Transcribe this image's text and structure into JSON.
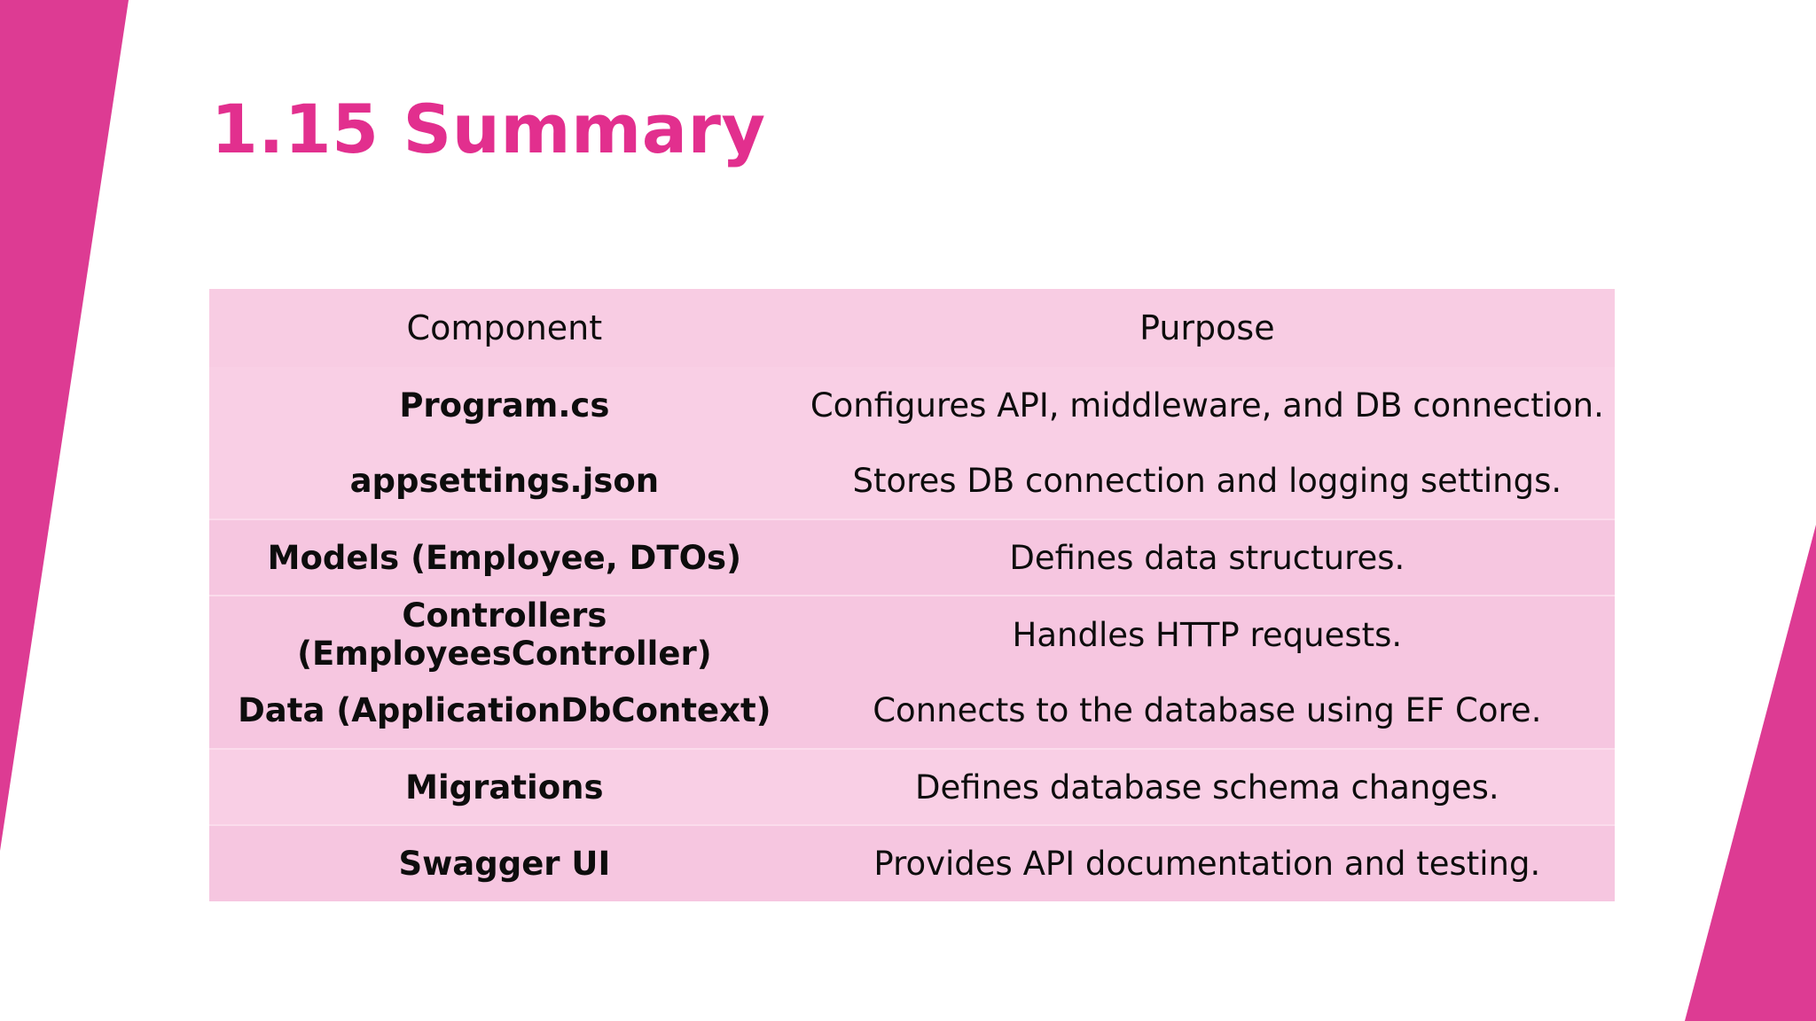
{
  "slide": {
    "title": "1.15 Summary",
    "accent_color": "#e0308e",
    "wedge_color": "#dd3b93",
    "table_bg": "#f8cee4",
    "text_color": "#0d0d0d"
  },
  "table": {
    "headers": {
      "component": "Component",
      "purpose": "Purpose"
    },
    "rows": [
      {
        "component": "Program.cs",
        "purpose": "Configures API, middleware, and DB connection."
      },
      {
        "component": "appsettings.json",
        "purpose": "Stores DB connection and logging settings."
      },
      {
        "component": "Models (Employee, DTOs)",
        "purpose": "Defines data structures."
      },
      {
        "component": "Controllers (EmployeesController)",
        "purpose": "Handles HTTP requests."
      },
      {
        "component": "Data (ApplicationDbContext)",
        "purpose": "Connects to the database using EF Core."
      },
      {
        "component": "Migrations",
        "purpose": "Defines database schema changes."
      },
      {
        "component": "Swagger UI",
        "purpose": "Provides API documentation and testing."
      }
    ]
  }
}
